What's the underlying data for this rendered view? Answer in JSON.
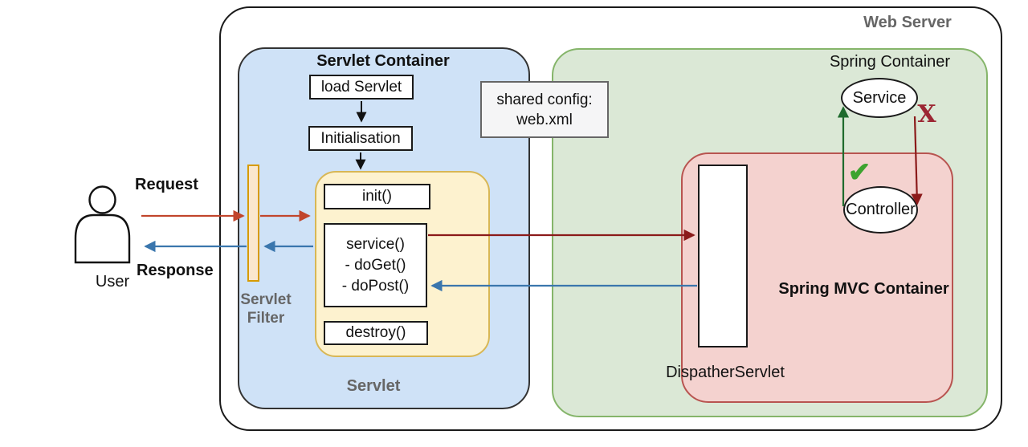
{
  "web_server": {
    "label": "Web Server"
  },
  "servlet_container": {
    "label": "Servlet Container",
    "load_servlet_label": "load Servlet",
    "initialisation_label": "Initialisation",
    "servlet_group_label": "Servlet",
    "init_label": "init()",
    "service_box": {
      "l1": "service()",
      "l2": "- doGet()",
      "l3": "- doPost()"
    },
    "destroy_label": "destroy()"
  },
  "shared_config": {
    "line1": "shared config:",
    "line2": "web.xml"
  },
  "spring_container": {
    "label": "Spring Container",
    "service_label": "Service",
    "controller_label": "Controller",
    "check_glyph": "✔",
    "cross_glyph": "X"
  },
  "spring_mvc_container": {
    "label": "Spring MVC Container",
    "dispatcher_label": "DispatherServlet"
  },
  "actor": {
    "label": "User"
  },
  "servlet_filter": {
    "line1": "Servlet",
    "line2": "Filter"
  },
  "flows": {
    "request_label": "Request",
    "response_label": "Response"
  },
  "colors": {
    "servlet_container_fill": "#cfe2f7",
    "spring_container_fill": "#dbe8d6",
    "spring_mvc_fill": "#f4d2cf",
    "servlet_fill": "#fdf2cf",
    "filter_fill": "#fae7cd",
    "filter_border": "#d79b00",
    "request_arrow": "#c1452c",
    "internal_arrow": "#8b1a1a",
    "response_arrow": "#3a76ad",
    "success_arrow": "#1f6b2d",
    "check_color": "#3da32f",
    "cross_color": "#9c2633"
  }
}
